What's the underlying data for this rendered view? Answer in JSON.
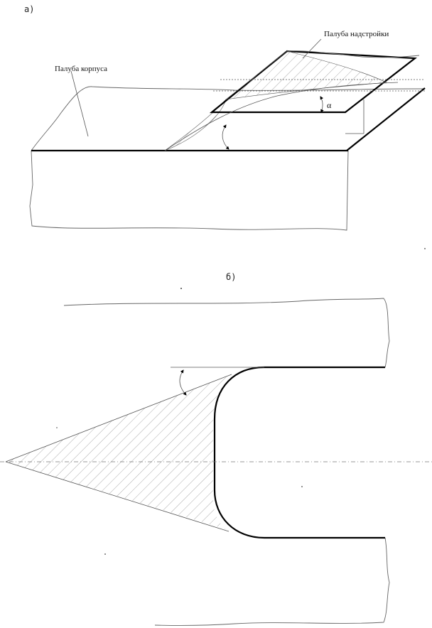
{
  "figure_a": {
    "label": "а)",
    "hull_deck_label": "Палуба корпуса",
    "superstructure_deck_label": "Палуба надстройки",
    "angle_label": "α"
  },
  "figure_b": {
    "label": "б)"
  }
}
